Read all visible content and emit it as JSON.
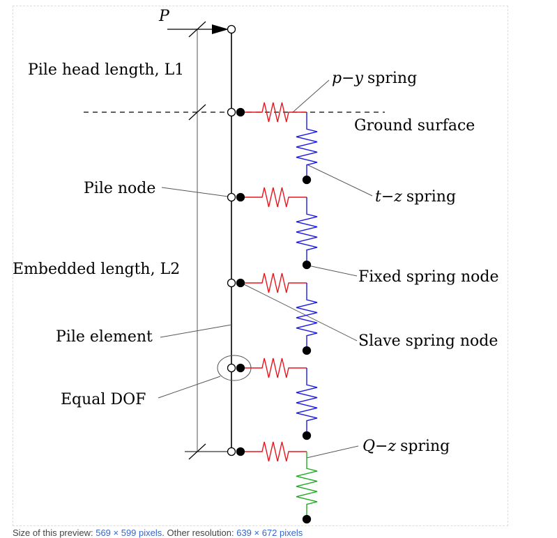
{
  "labels": {
    "load": "P",
    "pile_head_length": "Pile head length, L1",
    "py_spring_sym_p": "p",
    "py_spring_sym_y": "y",
    "py_spring_word": "spring",
    "ground_surface": "Ground surface",
    "pile_node": "Pile node",
    "tz_spring_sym_t": "t",
    "tz_spring_sym_z": "z",
    "tz_spring_word": "spring",
    "embedded_length": "Embedded length, L2",
    "fixed_spring_node": "Fixed spring node",
    "pile_element": "Pile element",
    "slave_spring_node": "Slave spring node",
    "equal_dof": "Equal DOF",
    "qz_spring_sym_q": "Q",
    "qz_spring_sym_z": "z",
    "qz_spring_word": "spring",
    "minus": "−"
  },
  "caption": {
    "prefix": "Size of this preview: ",
    "preview_link": "569 × 599 pixels",
    "middle": ". Other resolution: ",
    "other_link": "639 × 672 pixels"
  },
  "colors": {
    "py_spring": "#e8141c",
    "tz_spring": "#1a1ae6",
    "qz_spring": "#22aa22",
    "line": "#000000",
    "leader": "#555555"
  }
}
